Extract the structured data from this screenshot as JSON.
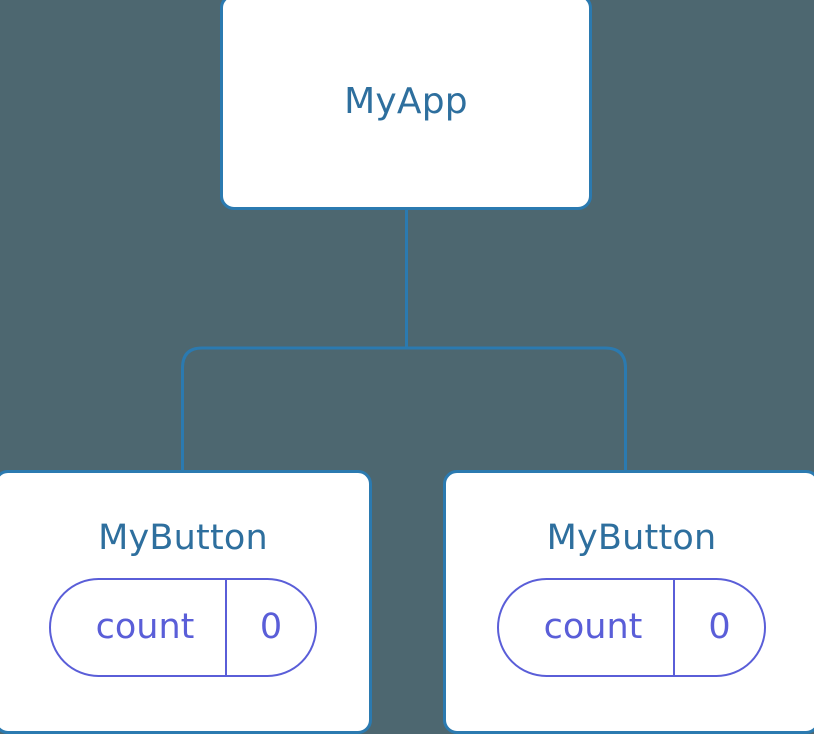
{
  "canvas": {
    "background_color": "#4d6770",
    "node_border_color": "#2b7ab0",
    "node_fill_color": "#ffffff",
    "title_text_color": "#2e6f9e",
    "state_accent_color": "#5a5ed8",
    "connector_color": "#2b7ab0"
  },
  "tree": {
    "root": {
      "title": "MyApp"
    },
    "children": [
      {
        "title": "MyButton",
        "state": {
          "key": "count",
          "value": "0"
        }
      },
      {
        "title": "MyButton",
        "state": {
          "key": "count",
          "value": "0"
        }
      }
    ]
  }
}
